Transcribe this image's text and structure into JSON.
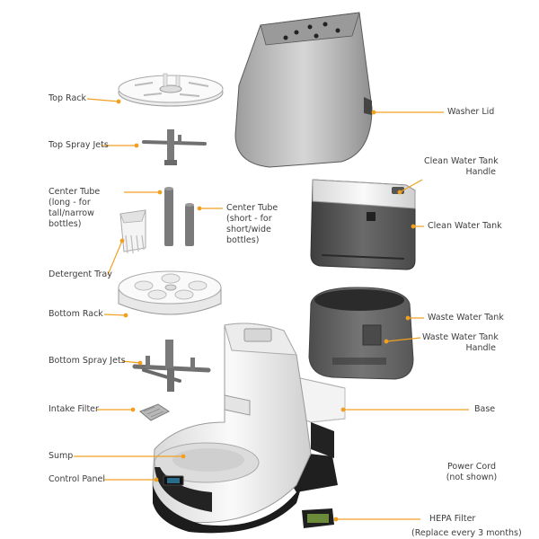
{
  "labels": {
    "top_rack": "Top Rack",
    "top_spray_jets": "Top Spray Jets",
    "center_tube_long": [
      "Center Tube",
      "(long - for",
      "tall/narrow",
      "bottles)"
    ],
    "center_tube_short": [
      "Center Tube",
      "(short - for",
      "short/wide",
      "bottles)"
    ],
    "detergent_tray": "Detergent Tray",
    "bottom_rack": "Bottom Rack",
    "bottom_spray_jets": "Bottom Spray Jets",
    "intake_filter": "Intake Filter",
    "sump": "Sump",
    "control_panel": "Control Panel",
    "washer_lid": "Washer Lid",
    "clean_water_tank_handle": [
      "Clean Water Tank",
      "Handle"
    ],
    "clean_water_tank": "Clean Water Tank",
    "waste_water_tank": "Waste Water Tank",
    "waste_water_tank_handle": [
      "Waste Water Tank",
      "Handle"
    ],
    "base": "Base",
    "power_cord": [
      "Power Cord",
      "(not shown)"
    ],
    "hepa_filter": "HEPA Filter",
    "hepa_note": "(Replace every 3 months)"
  },
  "colors": {
    "leader": "#f0a020",
    "text": "#3d3d3d",
    "tank_grey": "#5a5a5a",
    "white_part": "#f2f2f2",
    "dark_part": "#1f1f1f"
  }
}
